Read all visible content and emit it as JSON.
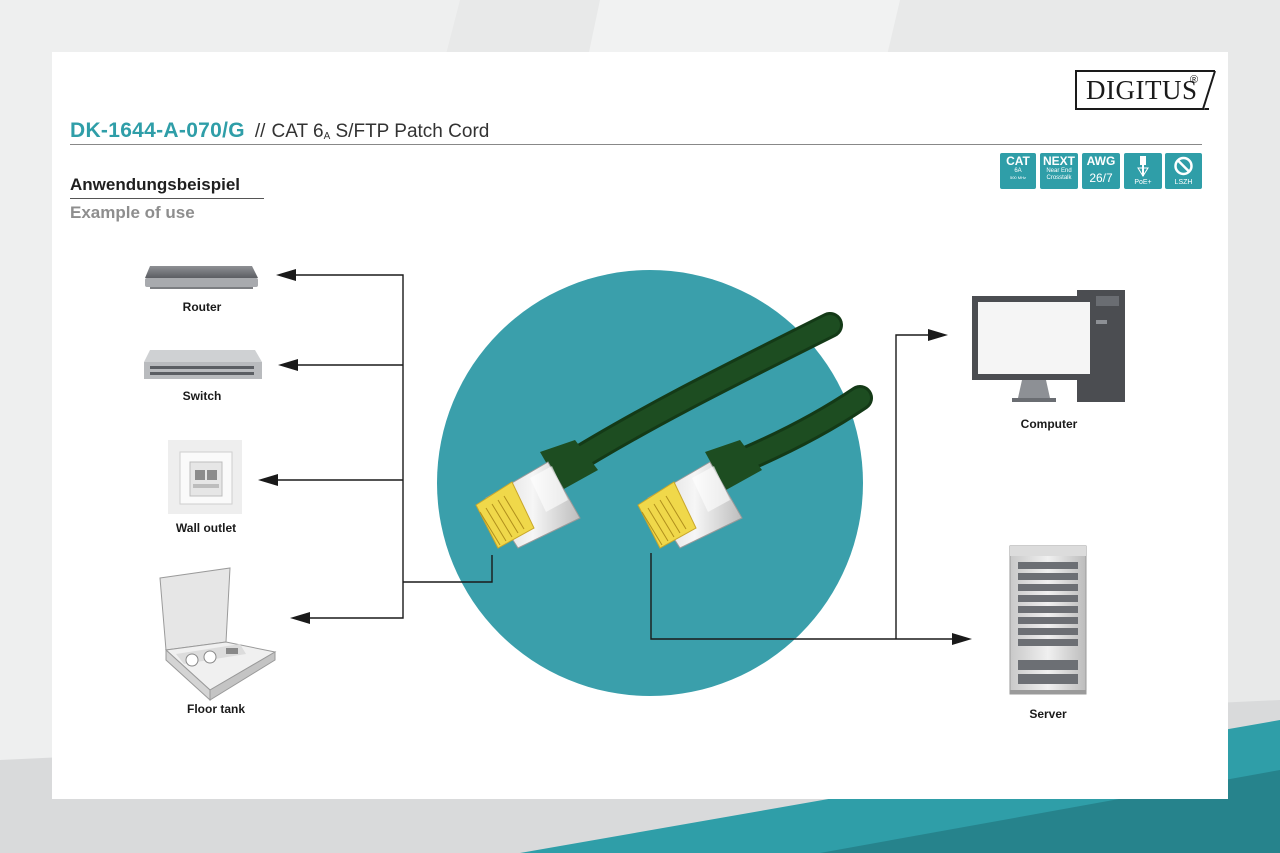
{
  "header": {
    "brand": "DIGITUS",
    "brand_mark": "®",
    "product_code": "DK-1644-A-070/G",
    "separator": "//",
    "product_title_prefix": "CAT 6",
    "product_title_sub": "A",
    "product_title_suffix": " S/FTP Patch Cord"
  },
  "section": {
    "heading_de": "Anwendungsbeispiel",
    "heading_en": "Example of use"
  },
  "badges": [
    {
      "name": "cat6a",
      "line1": "CAT",
      "line2": "6A",
      "line3": "500 MHz"
    },
    {
      "name": "next",
      "line1": "NEXT",
      "line2": "Near End",
      "line3": "Crosstalk"
    },
    {
      "name": "awg",
      "line1": "AWG",
      "line2": "26/7"
    },
    {
      "name": "poe",
      "footer": "PoE+"
    },
    {
      "name": "lszh",
      "footer": "LSZH"
    }
  ],
  "devices": {
    "router": "Router",
    "switch": "Switch",
    "wall_outlet": "Wall outlet",
    "floor_tank": "Floor tank",
    "computer": "Computer",
    "server": "Server"
  },
  "colors": {
    "accent": "#2f9ea8",
    "circle": "#3a9fab",
    "cable": "#1d4d21",
    "plug_yellow": "#f0d84a",
    "text_dark": "#1a1a1a"
  }
}
